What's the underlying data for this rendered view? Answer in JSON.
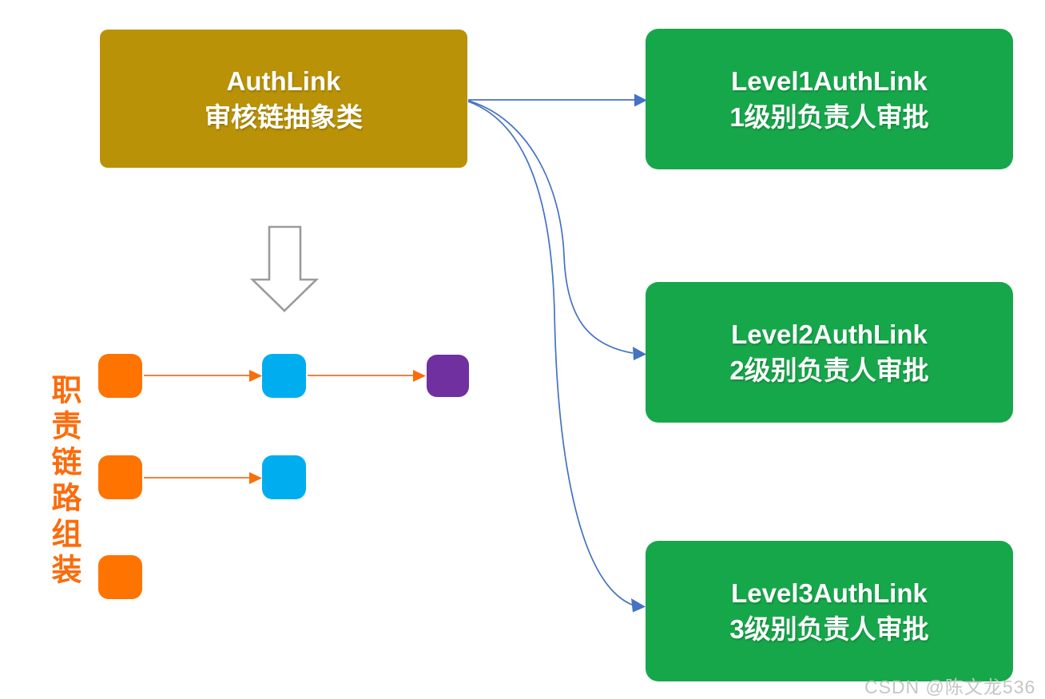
{
  "diagram": {
    "title_node": {
      "line1": "AuthLink",
      "line2": "审核链抽象类"
    },
    "level_nodes": [
      {
        "line1": "Level1AuthLink",
        "line2": "1级别负责人审批"
      },
      {
        "line1": "Level2AuthLink",
        "line2": "2级别负责人审批"
      },
      {
        "line1": "Level3AuthLink",
        "line2": "3级别负责人审批"
      }
    ],
    "side_label": "职责链路组装",
    "watermark": "CSDN @陈文龙536",
    "colors": {
      "abstract_box": "#B99208",
      "level_box": "#17A74B",
      "node_text": "#FFFFFF",
      "chain_square_orange": "#FF7300",
      "chain_square_blue": "#00AEEF",
      "chain_square_purple": "#7030A0",
      "chain_arrow_line": "#F4803F",
      "chain_arrow_head": "#FA6E0A",
      "connector_blue": "#4472C4",
      "side_label_text": "#FB6C0D",
      "down_arrow_outline": "#9B9B9B",
      "watermark_text": "#C6C6C6"
    }
  }
}
